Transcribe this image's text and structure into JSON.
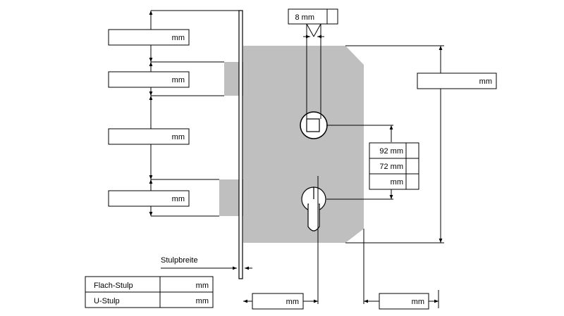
{
  "labels": {
    "unit": "mm",
    "spindle_width": "8 mm",
    "distance_92": "92 mm",
    "distance_72": "72 mm",
    "faceplate_width": "Stulpbreite",
    "flat_faceplate": "Flach-Stulp",
    "u_faceplate": "U-Stulp"
  },
  "fields": {
    "bolt_top_1": "",
    "bolt_top_2": "",
    "bolt_mid": "",
    "bolt_bottom": "",
    "case_height": "",
    "distance_custom": "",
    "backset": "",
    "case_depth": "",
    "flat_faceplate_value": "",
    "u_faceplate_value": ""
  },
  "colors": {
    "lock_body": "#bfbfbf",
    "outline": "#000000"
  }
}
